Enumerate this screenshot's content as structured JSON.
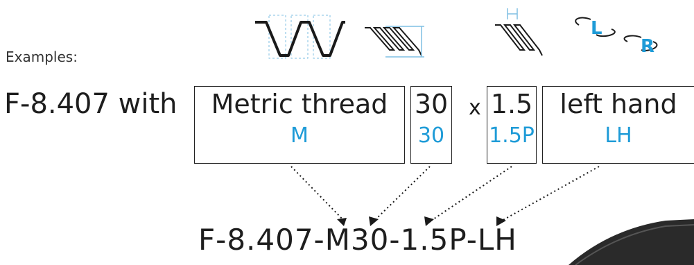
{
  "examples_label": "Examples:",
  "part_number": "F-8.407 with",
  "times_sign": "x",
  "boxes": [
    {
      "label": "Metric thread",
      "code": "M"
    },
    {
      "label": "30",
      "code": "30"
    },
    {
      "label": "1.5",
      "code": "1.5P"
    },
    {
      "label": "left hand",
      "code": "LH"
    }
  ],
  "result_code": "F-8.407-M30-1.5P-LH",
  "hand_icons": {
    "left": "L",
    "right": "R"
  },
  "colors": {
    "accent": "#1e9bd7",
    "text": "#1e1e1e",
    "box_border": "#222222"
  }
}
